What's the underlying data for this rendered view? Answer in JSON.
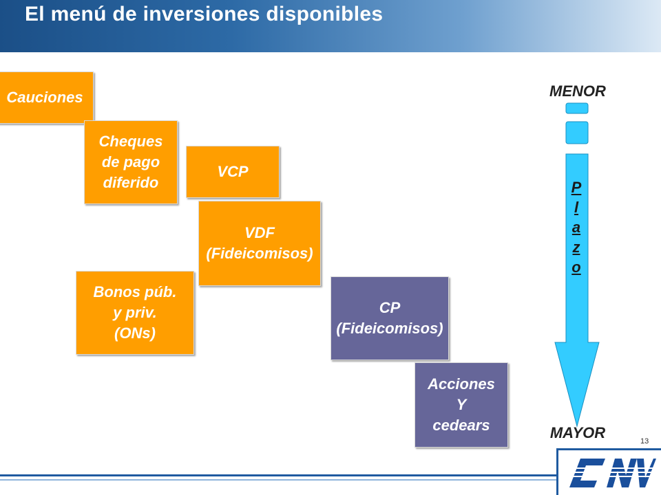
{
  "header": {
    "title": "El menú de inversiones disponibles"
  },
  "boxes": {
    "cauciones": "Cauciones",
    "cheques": "Cheques\nde pago\ndiferido",
    "vcp": "VCP",
    "vdf": "VDF\n(Fideicomisos)",
    "bonos": "Bonos púb.\ny priv.\n(ONs)",
    "cp": "CP\n(Fideicomisos)",
    "acciones": "Acciones\nY\ncedears"
  },
  "scale": {
    "top_label": "MENOR",
    "bottom_label": "MAYOR",
    "arrow_letters": [
      "P",
      "l",
      "a",
      "z",
      "o"
    ]
  },
  "slide_number": "13",
  "logo": {
    "text": "CNV"
  },
  "colors": {
    "orange": "#ff9e00",
    "purple": "#666699",
    "arrow": "#33ccff",
    "header_blue": "#1b4f87"
  }
}
